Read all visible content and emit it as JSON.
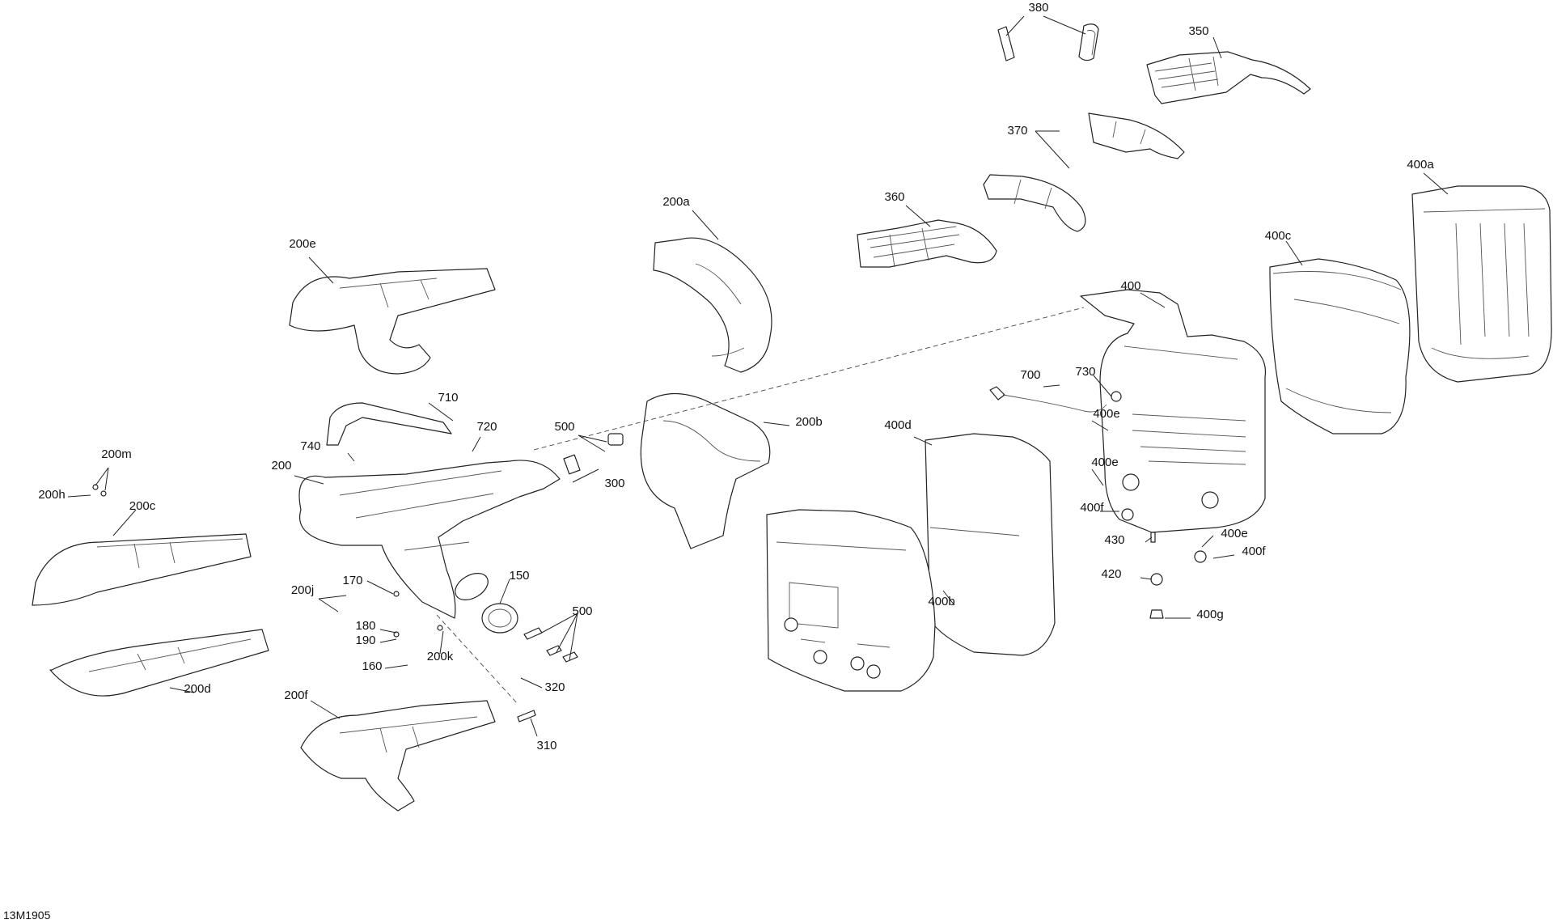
{
  "diagram_code": "13M1905",
  "callouts": [
    {
      "id": "380",
      "text": "380"
    },
    {
      "id": "350",
      "text": "350"
    },
    {
      "id": "370",
      "text": "370"
    },
    {
      "id": "360",
      "text": "360"
    },
    {
      "id": "400a",
      "text": "400a"
    },
    {
      "id": "400c",
      "text": "400c"
    },
    {
      "id": "400",
      "text": "400"
    },
    {
      "id": "200a",
      "text": "200a"
    },
    {
      "id": "200e",
      "text": "200e"
    },
    {
      "id": "710",
      "text": "710"
    },
    {
      "id": "720",
      "text": "720"
    },
    {
      "id": "740",
      "text": "740"
    },
    {
      "id": "200",
      "text": "200"
    },
    {
      "id": "500a",
      "text": "500"
    },
    {
      "id": "300",
      "text": "300"
    },
    {
      "id": "200b",
      "text": "200b"
    },
    {
      "id": "700",
      "text": "700"
    },
    {
      "id": "730",
      "text": "730"
    },
    {
      "id": "400d",
      "text": "400d"
    },
    {
      "id": "400e1",
      "text": "400e"
    },
    {
      "id": "400e2",
      "text": "400e"
    },
    {
      "id": "400f1",
      "text": "400f"
    },
    {
      "id": "430",
      "text": "430"
    },
    {
      "id": "400e3",
      "text": "400e"
    },
    {
      "id": "400f2",
      "text": "400f"
    },
    {
      "id": "420",
      "text": "420"
    },
    {
      "id": "400g",
      "text": "400g"
    },
    {
      "id": "400b",
      "text": "400b"
    },
    {
      "id": "200m",
      "text": "200m"
    },
    {
      "id": "200h",
      "text": "200h"
    },
    {
      "id": "200c",
      "text": "200c"
    },
    {
      "id": "150",
      "text": "150"
    },
    {
      "id": "170",
      "text": "170"
    },
    {
      "id": "200j",
      "text": "200j"
    },
    {
      "id": "500b",
      "text": "500"
    },
    {
      "id": "180",
      "text": "180"
    },
    {
      "id": "190",
      "text": "190"
    },
    {
      "id": "200k",
      "text": "200k"
    },
    {
      "id": "160",
      "text": "160"
    },
    {
      "id": "320",
      "text": "320"
    },
    {
      "id": "200d",
      "text": "200d"
    },
    {
      "id": "200f",
      "text": "200f"
    },
    {
      "id": "310",
      "text": "310"
    }
  ]
}
